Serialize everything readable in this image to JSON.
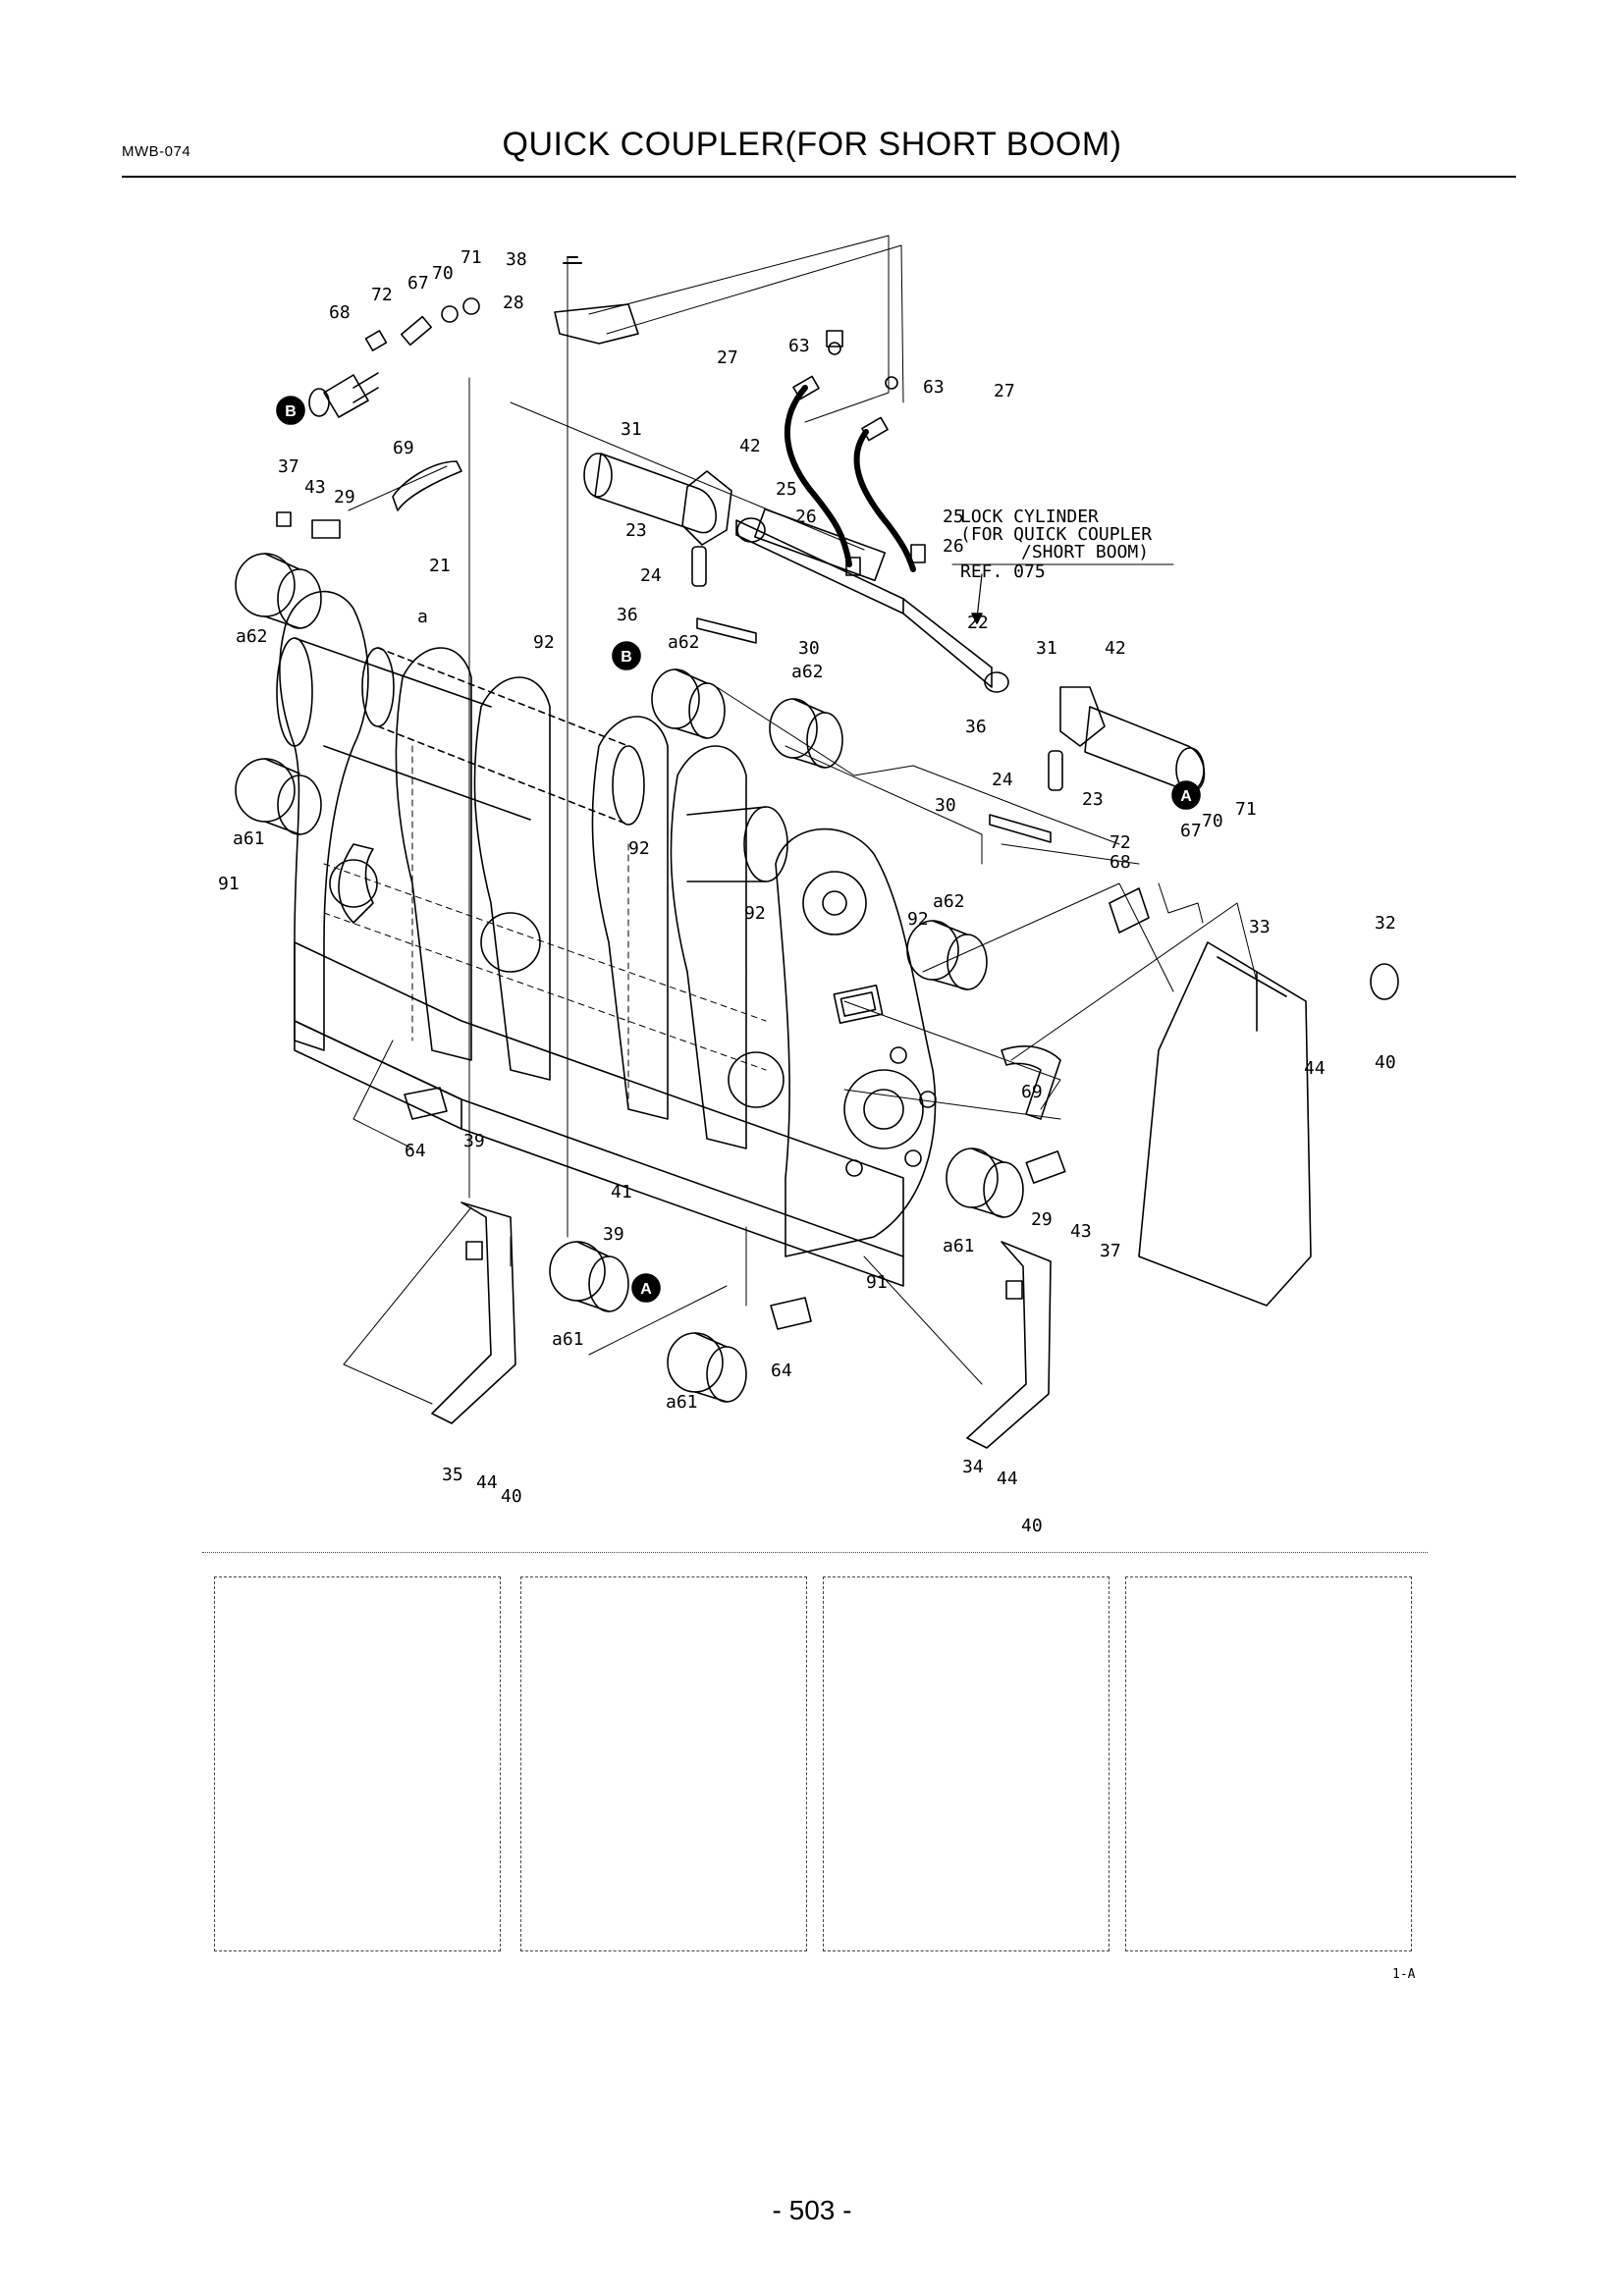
{
  "header": {
    "code": "MWB-074",
    "title": "QUICK COUPLER(FOR SHORT BOOM)"
  },
  "callout": {
    "line1": "LOCK CYLINDER",
    "line2": "(FOR QUICK COUPLER",
    "line3": "/SHORT  BOOM)",
    "ref": "REF. 075"
  },
  "markers": {
    "a": "A",
    "b": "B"
  },
  "part_labels": [
    {
      "id": "71"
    },
    {
      "id": "70"
    },
    {
      "id": "67"
    },
    {
      "id": "72"
    },
    {
      "id": "68"
    },
    {
      "id": "38"
    },
    {
      "id": "28"
    },
    {
      "id": "27"
    },
    {
      "id": "63"
    },
    {
      "id": "63"
    },
    {
      "id": "27"
    },
    {
      "id": "69"
    },
    {
      "id": "37"
    },
    {
      "id": "43"
    },
    {
      "id": "29"
    },
    {
      "id": "31"
    },
    {
      "id": "42"
    },
    {
      "id": "23"
    },
    {
      "id": "25"
    },
    {
      "id": "26"
    },
    {
      "id": "25"
    },
    {
      "id": "26"
    },
    {
      "id": "21"
    },
    {
      "id": "a"
    },
    {
      "id": "36"
    },
    {
      "id": "24"
    },
    {
      "id": "a62"
    },
    {
      "id": "92"
    },
    {
      "id": "a62"
    },
    {
      "id": "30"
    },
    {
      "id": "a62"
    },
    {
      "id": "22"
    },
    {
      "id": "31"
    },
    {
      "id": "42"
    },
    {
      "id": "36"
    },
    {
      "id": "24"
    },
    {
      "id": "23"
    },
    {
      "id": "30"
    },
    {
      "id": "a61"
    },
    {
      "id": "92"
    },
    {
      "id": "91"
    },
    {
      "id": "92"
    },
    {
      "id": "92"
    },
    {
      "id": "a62"
    },
    {
      "id": "71"
    },
    {
      "id": "72"
    },
    {
      "id": "67"
    },
    {
      "id": "70"
    },
    {
      "id": "68"
    },
    {
      "id": "33"
    },
    {
      "id": "32"
    },
    {
      "id": "69"
    },
    {
      "id": "44"
    },
    {
      "id": "40"
    },
    {
      "id": "64"
    },
    {
      "id": "39"
    },
    {
      "id": "41"
    },
    {
      "id": "39"
    },
    {
      "id": "29"
    },
    {
      "id": "43"
    },
    {
      "id": "37"
    },
    {
      "id": "a61"
    },
    {
      "id": "91"
    },
    {
      "id": "a61"
    },
    {
      "id": "64"
    },
    {
      "id": "a61"
    },
    {
      "id": "35"
    },
    {
      "id": "44"
    },
    {
      "id": "40"
    },
    {
      "id": "34"
    },
    {
      "id": "44"
    },
    {
      "id": "40"
    }
  ],
  "page_code": "1-A",
  "page_number": "- 503 -"
}
